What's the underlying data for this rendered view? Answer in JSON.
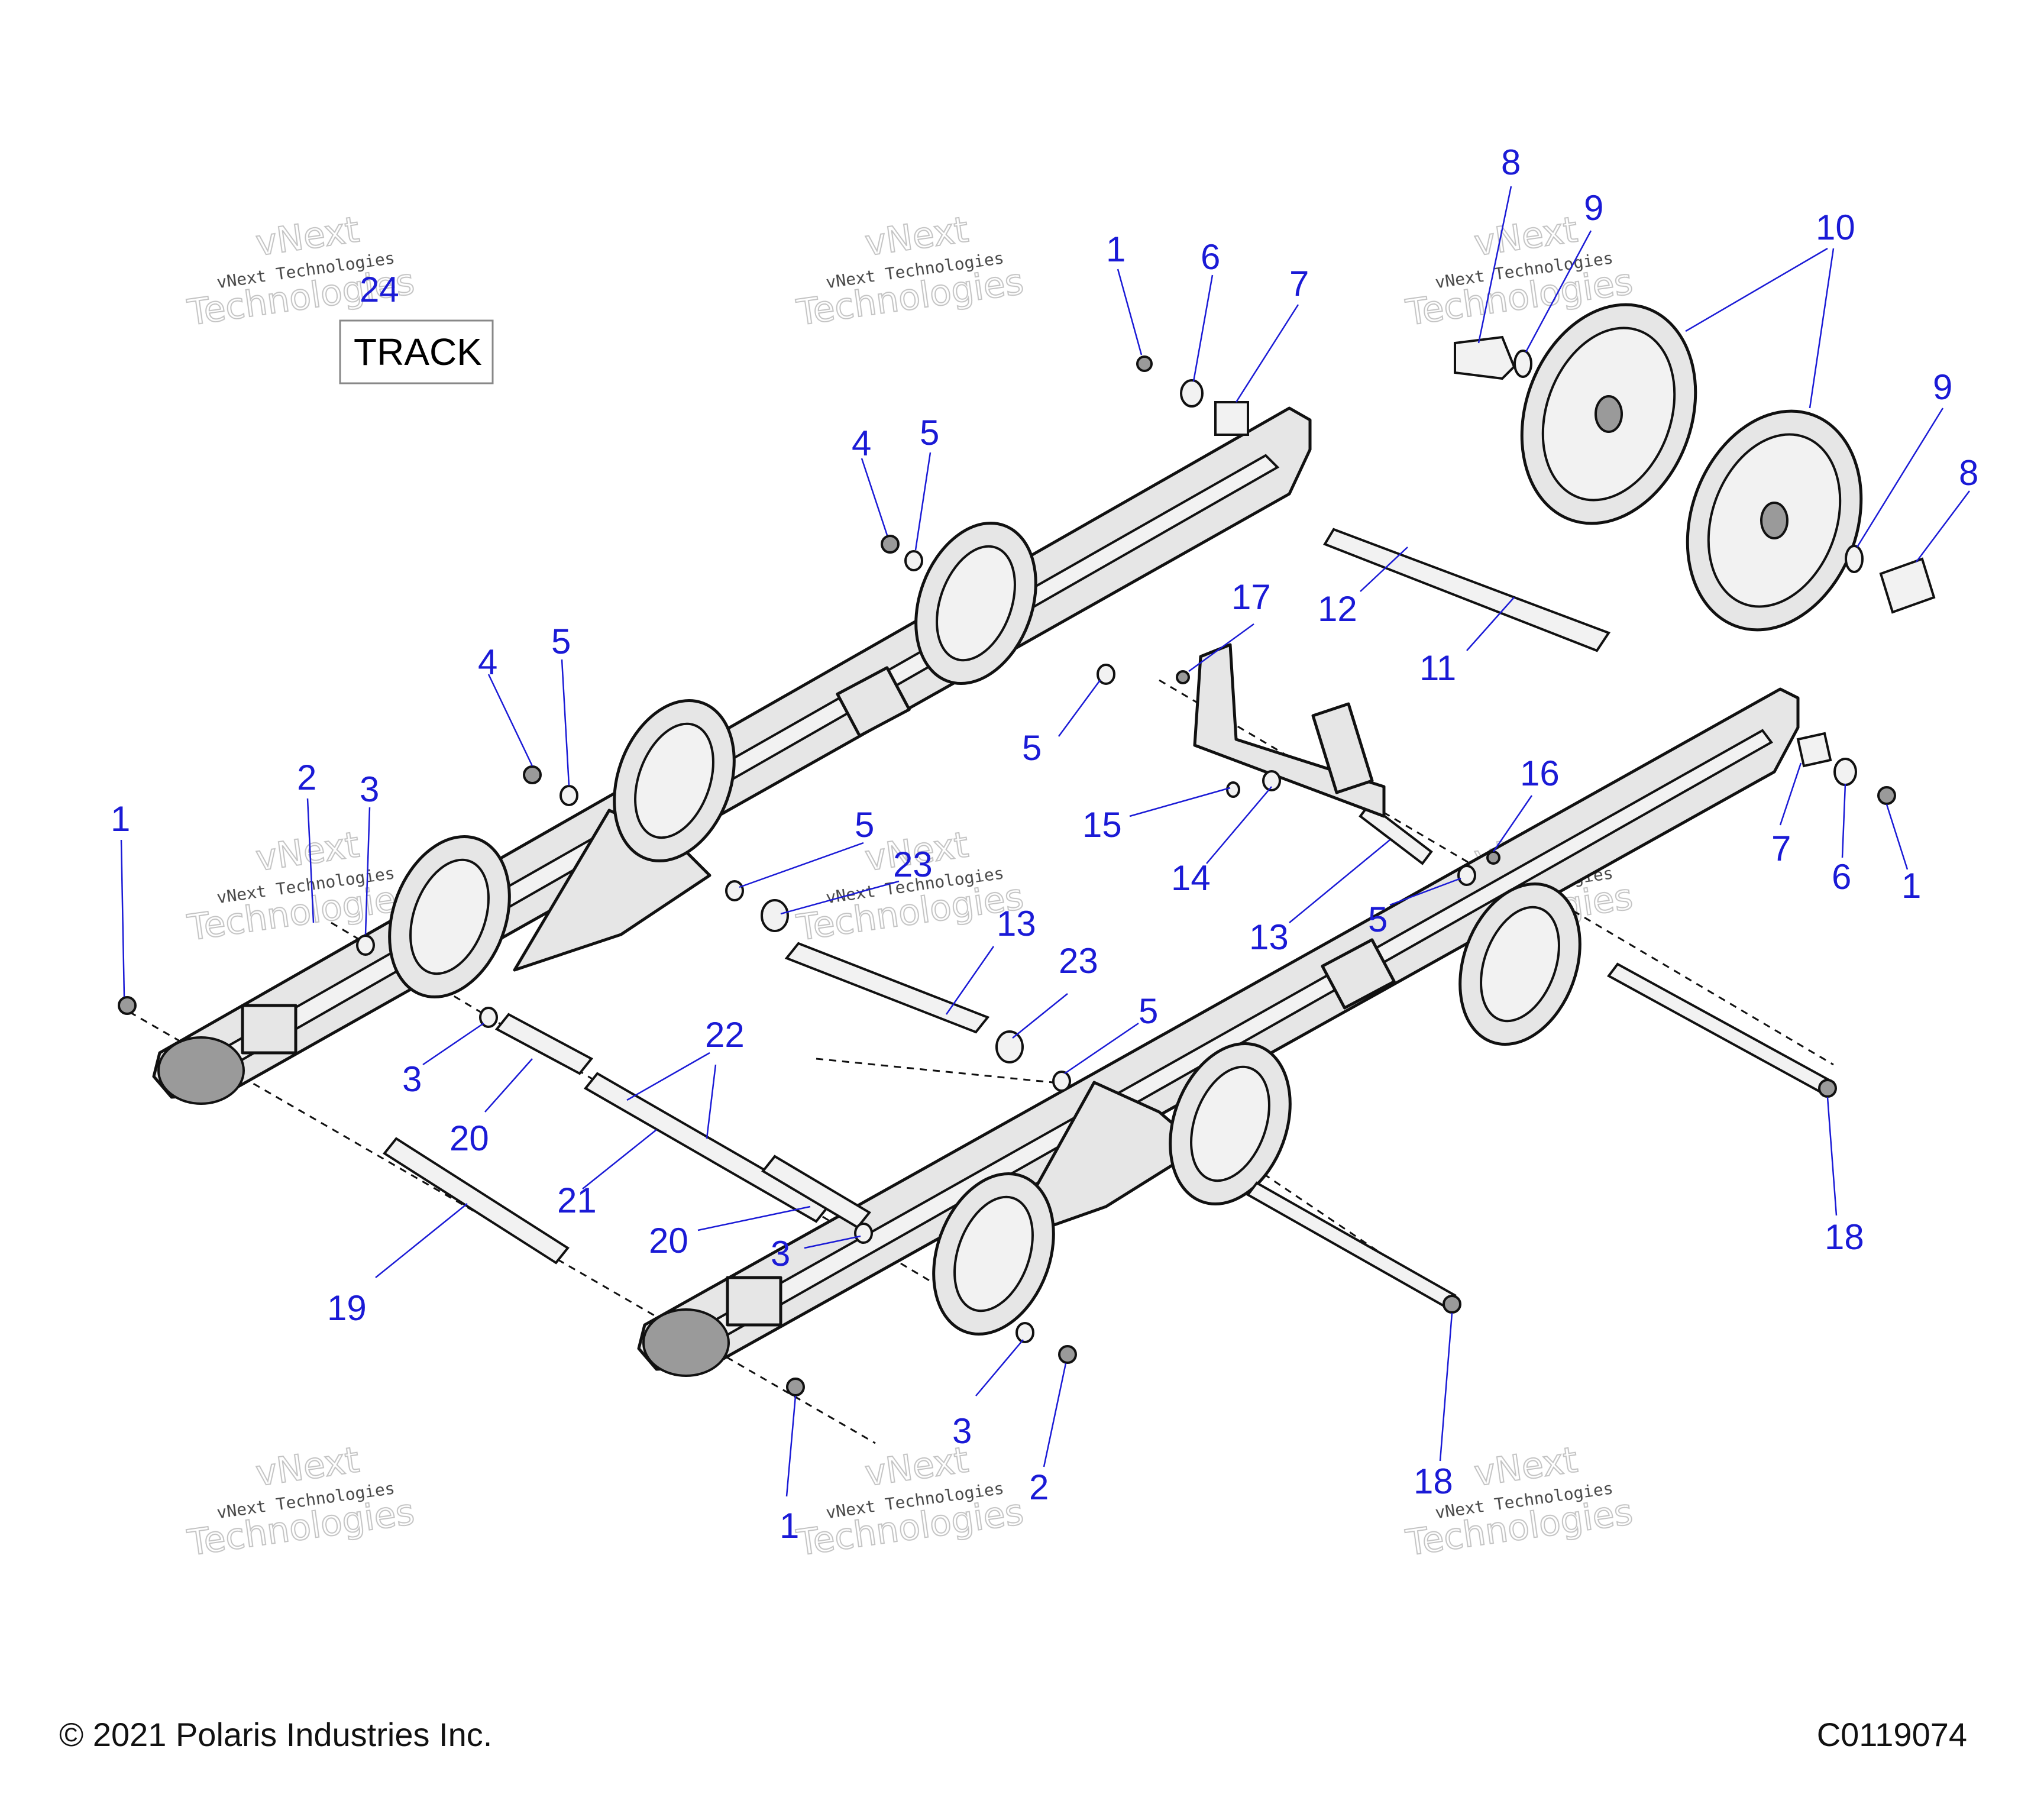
{
  "track_label": "TRACK",
  "track_callout": "24",
  "watermark": {
    "line1": "vNext Technologies",
    "line2": "vNext",
    "line3": "Technologies"
  },
  "callouts": [
    {
      "id": "c1a",
      "text": "1"
    },
    {
      "id": "c6a",
      "text": "6"
    },
    {
      "id": "c7a",
      "text": "7"
    },
    {
      "id": "c8a",
      "text": "8"
    },
    {
      "id": "c9a",
      "text": "9"
    },
    {
      "id": "c10",
      "text": "10"
    },
    {
      "id": "c9b",
      "text": "9"
    },
    {
      "id": "c8b",
      "text": "8"
    },
    {
      "id": "c4a",
      "text": "4"
    },
    {
      "id": "c5a",
      "text": "5"
    },
    {
      "id": "c12",
      "text": "12"
    },
    {
      "id": "c11",
      "text": "11"
    },
    {
      "id": "c17",
      "text": "17"
    },
    {
      "id": "c4b",
      "text": "4"
    },
    {
      "id": "c5b",
      "text": "5"
    },
    {
      "id": "c5c",
      "text": "5"
    },
    {
      "id": "c16",
      "text": "16"
    },
    {
      "id": "c2a",
      "text": "2"
    },
    {
      "id": "c3a",
      "text": "3"
    },
    {
      "id": "c1b",
      "text": "1"
    },
    {
      "id": "c5d",
      "text": "5"
    },
    {
      "id": "c23a",
      "text": "23"
    },
    {
      "id": "c15",
      "text": "15"
    },
    {
      "id": "c14",
      "text": "14"
    },
    {
      "id": "c13a",
      "text": "13"
    },
    {
      "id": "c13b",
      "text": "13"
    },
    {
      "id": "c5e",
      "text": "5"
    },
    {
      "id": "c7b",
      "text": "7"
    },
    {
      "id": "c6b",
      "text": "6"
    },
    {
      "id": "c1c",
      "text": "1"
    },
    {
      "id": "c23b",
      "text": "23"
    },
    {
      "id": "c5f",
      "text": "5"
    },
    {
      "id": "c3b",
      "text": "3"
    },
    {
      "id": "c22",
      "text": "22"
    },
    {
      "id": "c20a",
      "text": "20"
    },
    {
      "id": "c21",
      "text": "21"
    },
    {
      "id": "c20b",
      "text": "20"
    },
    {
      "id": "c3c",
      "text": "3"
    },
    {
      "id": "c19",
      "text": "19"
    },
    {
      "id": "c18a",
      "text": "18"
    },
    {
      "id": "c3d",
      "text": "3"
    },
    {
      "id": "c2b",
      "text": "2"
    },
    {
      "id": "c1d",
      "text": "1"
    },
    {
      "id": "c18b",
      "text": "18"
    }
  ],
  "footer": {
    "copyright": "© 2021 Polaris Industries Inc.",
    "drawing_id": "C0119074"
  }
}
